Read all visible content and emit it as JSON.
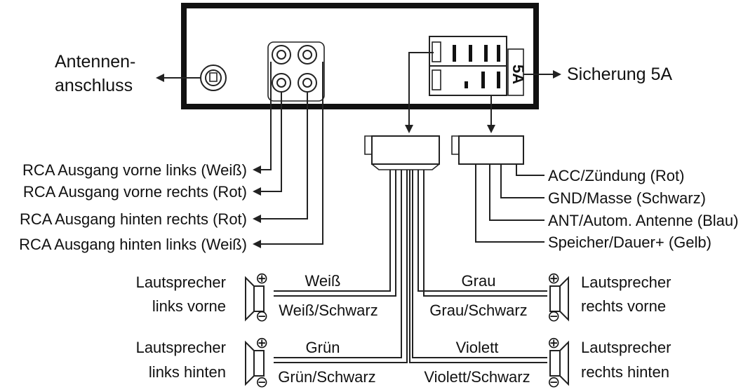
{
  "labels": {
    "antenna_line1": "Antennen-",
    "antenna_line2": "anschluss",
    "fuse": "Sicherung 5A",
    "fuse_mark": "5A"
  },
  "rca_outputs": [
    "RCA Ausgang vorne links (Weiß)",
    "RCA Ausgang vorne rechts (Rot)",
    "RCA Ausgang hinten rechts (Rot)",
    "RCA Ausgang hinten links (Weiß)"
  ],
  "power_wires": [
    "ACC/Zündung (Rot)",
    "GND/Masse (Schwarz)",
    "ANT/Autom. Antenne (Blau)",
    "Speicher/Dauer+ (Gelb)"
  ],
  "speakers": {
    "front_left": {
      "line1": "Lautsprecher",
      "line2": "links vorne",
      "wire_plus": "Weiß",
      "wire_minus": "Weiß/Schwarz"
    },
    "front_right": {
      "line1": "Lautsprecher",
      "line2": "rechts vorne",
      "wire_plus": "Grau",
      "wire_minus": "Grau/Schwarz"
    },
    "rear_left": {
      "line1": "Lautsprecher",
      "line2": "links hinten",
      "wire_plus": "Grün",
      "wire_minus": "Grün/Schwarz"
    },
    "rear_right": {
      "line1": "Lautsprecher",
      "line2": "rechts hinten",
      "wire_plus": "Violett",
      "wire_minus": "Violett/Schwarz"
    }
  },
  "symbols": {
    "plus": "⊕",
    "minus": "⊖"
  }
}
